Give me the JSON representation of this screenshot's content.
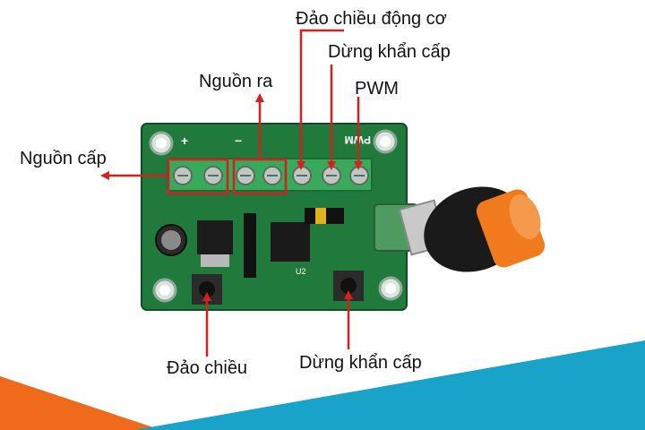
{
  "labels": {
    "reverse_motor": "Đảo chiều động cơ",
    "emergency_stop_top": "Dừng khẩn cấp",
    "pwm": "PWM",
    "power_out": "Nguồn ra",
    "power_in": "Nguồn cấp",
    "reverse": "Đảo chiều",
    "emergency_stop_bottom": "Dừng khẩn cấp"
  },
  "board": {
    "silk_pwm": "PWM",
    "silk_plus": "+",
    "silk_minus": "−",
    "chip_label": "U2"
  },
  "colors": {
    "pcb": "#1f7a3c",
    "terminal": "#39a95a",
    "knob": "#f07a1c",
    "callout_line": "#d62020",
    "banner_orange": "#ef6a1a",
    "banner_blue": "#1aa3c8"
  }
}
